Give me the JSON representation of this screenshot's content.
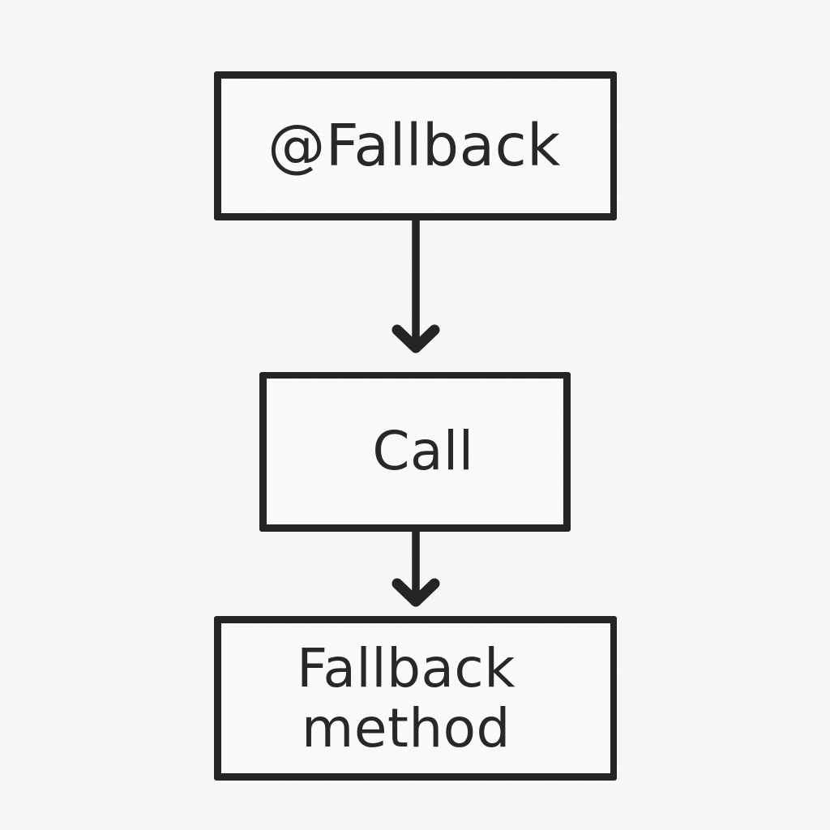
{
  "diagram": {
    "type": "flowchart",
    "orientation": "vertical",
    "style": "hand-drawn whiteboard sketch",
    "background_color": "#f8f7f5",
    "stroke_color": "#242424",
    "text_color": "#282828",
    "node_fill_color": "#fbfaf8",
    "nodes": [
      {
        "id": "fallback-annotation",
        "label": "@Fallback",
        "shape": "rectangle",
        "order": 1
      },
      {
        "id": "call",
        "label": "Call",
        "shape": "rectangle",
        "order": 2
      },
      {
        "id": "fallback-method",
        "label": "Fallback\nmethod",
        "line_1": "Fallback",
        "line_2": "method",
        "shape": "rectangle",
        "order": 3
      }
    ],
    "edges": [
      {
        "id": "annotation-to-call",
        "from": "fallback-annotation",
        "to": "call",
        "direction": "down",
        "arrowhead": "chevron",
        "label": ""
      },
      {
        "id": "call-to-method",
        "from": "call",
        "to": "fallback-method",
        "direction": "down",
        "arrowhead": "chevron",
        "label": ""
      }
    ]
  }
}
